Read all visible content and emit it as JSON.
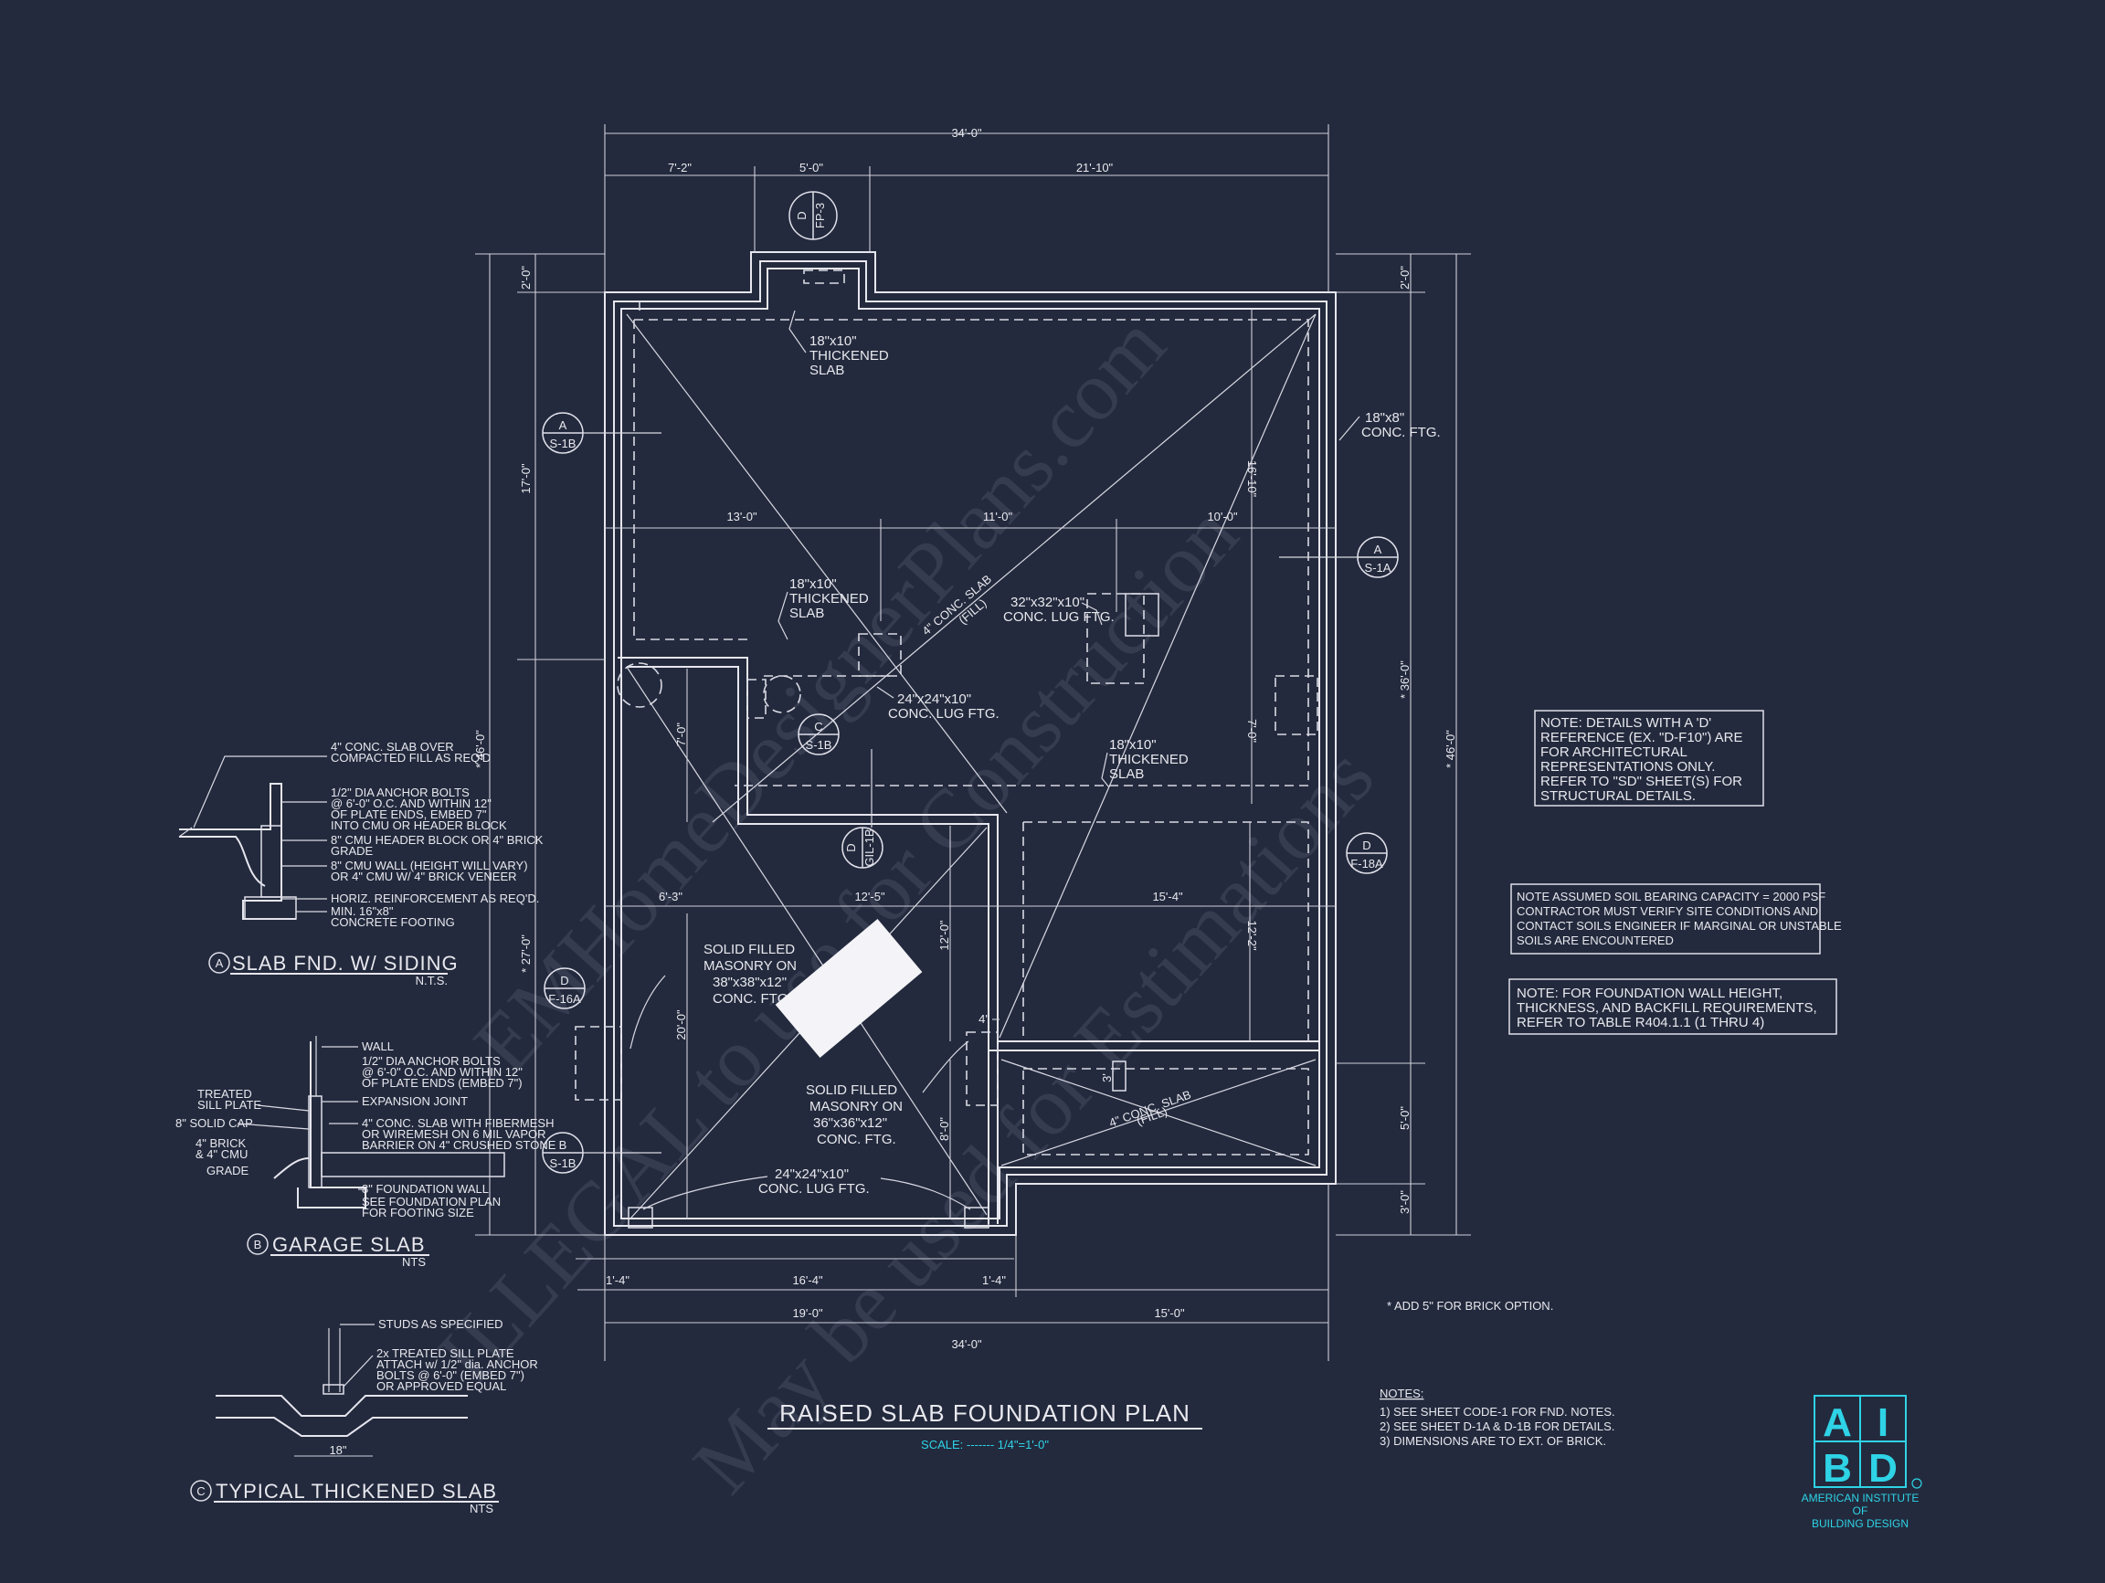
{
  "title": "RAISED SLAB FOUNDATION PLAN",
  "scale": "SCALE: ------- 1/4\"=1'-0\"",
  "dimensions": {
    "top_overall": "34'-0\"",
    "top_a": "7'-2\"",
    "top_b": "5'-0\"",
    "top_c": "21'-10\"",
    "bottom_overall": "34'-0\"",
    "bottom_a": "19'-0\"",
    "bottom_b": "15'-0\"",
    "bottom_inner": "16'-4\"",
    "bottom_left": "1'-4\"",
    "bottom_right": "1'-4\"",
    "left_a": "2'-0\"",
    "left_b": "17'-0\"",
    "left_c": "* 27'-0\"",
    "left_overall": "* 46'-0\"",
    "right_a": "2'-0\"",
    "right_b": "* 36'-0\"",
    "right_c": "5'-0\"",
    "right_d": "3'-0\"",
    "right_overall": "* 46'-0\"",
    "row1_a": "13'-0\"",
    "row1_b": "11'-0\"",
    "row1_c": "10'-0\"",
    "row2_a": "6'-3\"",
    "row2_b": "12'-5\"",
    "row2_c": "15'-4\"",
    "v_a": "16'-10\"",
    "v_b": "7'-0\"",
    "v_c": "7'-0\"",
    "v_d": "12'-0\"",
    "v_e": "20'-0\"",
    "v_f": "8'-0\"",
    "v_g": "12'-2\"",
    "v_h": "4'",
    "v_i": "3'"
  },
  "callouts": {
    "thickened_top": [
      "18\"x10\"",
      "THICKENED",
      "SLAB"
    ],
    "thickened_mid": [
      "18\"x10\"",
      "THICKENED",
      "SLAB"
    ],
    "thickened_right": [
      "18\"x10\"",
      "THICKENED",
      "SLAB"
    ],
    "conc_ftg": [
      "18\"x8\"",
      "CONC. FTG."
    ],
    "lug_32": [
      "32\"x32\"x10\"",
      "CONC. LUG FTG."
    ],
    "lug_24_mid": [
      "24\"x24\"x10\"",
      "CONC. LUG FTG."
    ],
    "lug_24_bottom": [
      "24\"x24\"x10\"",
      "CONC. LUG FTG."
    ],
    "masonry_38": [
      "SOLID FILLED",
      "MASONRY ON",
      "38\"x38\"x12\"",
      "CONC. FTG."
    ],
    "masonry_36": [
      "SOLID FILLED",
      "MASONRY ON",
      "36\"x36\"x12\"",
      "CONC. FTG."
    ],
    "conc_slab_fill_1": [
      "4\" CONC. SLAB",
      "(FILL)"
    ],
    "conc_slab_fill_2": [
      "4\" CONC. SLAB",
      "(FILL)"
    ]
  },
  "section_tags": [
    {
      "letter": "D",
      "ref": "FP-3"
    },
    {
      "letter": "A",
      "ref": "S-1B"
    },
    {
      "letter": "A",
      "ref": "S-1A"
    },
    {
      "letter": "C",
      "ref": "S-1B"
    },
    {
      "letter": "D",
      "ref": "GIL-1B"
    },
    {
      "letter": "D",
      "ref": "F-18A"
    },
    {
      "letter": "D",
      "ref": "F-16A"
    },
    {
      "letter": "B",
      "ref": "S-1B"
    }
  ],
  "notes_boxes": [
    [
      "NOTE: DETAILS WITH A 'D'",
      "REFERENCE (EX. \"D-F10\") ARE",
      "FOR ARCHITECTURAL",
      "REPRESENTATIONS ONLY.",
      "REFER TO \"SD\" SHEET(S) FOR",
      "STRUCTURAL DETAILS."
    ],
    [
      "NOTE ASSUMED SOIL BEARING CAPACITY = 2000 PSF",
      "CONTRACTOR MUST VERIFY SITE CONDITIONS AND",
      "CONTACT SOILS ENGINEER IF MARGINAL OR UNSTABLE",
      "SOILS ARE ENCOUNTERED"
    ],
    [
      "NOTE: FOR FOUNDATION WALL HEIGHT,",
      "THICKNESS, AND BACKFILL REQUIREMENTS,",
      "REFER TO TABLE R404.1.1 (1 THRU 4)"
    ]
  ],
  "brick_note": "* ADD 5\" FOR BRICK OPTION.",
  "notes": {
    "heading": "NOTES:",
    "items": [
      "1) SEE SHEET CODE-1 FOR FND. NOTES.",
      "2) SEE SHEET D-1A & D-1B FOR DETAILS.",
      "3) DIMENSIONS ARE TO EXT. OF BRICK."
    ]
  },
  "details": {
    "a": {
      "tag": "A",
      "title": "SLAB FND. W/ SIDING",
      "scale": "N.T.S.",
      "labels": [
        "4\" CONC. SLAB OVER",
        "COMPACTED FILL AS REQ'D",
        "1/2\" DIA ANCHOR BOLTS",
        "@ 6'-0\" O.C. AND WITHIN 12\"",
        "OF PLATE ENDS, EMBED 7\"",
        "INTO CMU OR HEADER BLOCK",
        "8\" CMU HEADER BLOCK OR 4\" BRICK",
        "GRADE",
        "8\" CMU WALL (HEIGHT WILL VARY)",
        "OR 4\" CMU W/ 4\" BRICK VENEER",
        "HORIZ. REINFORCEMENT AS REQ'D.",
        "MIN. 16\"x8\"",
        "CONCRETE FOOTING"
      ]
    },
    "b": {
      "tag": "B",
      "title": "GARAGE SLAB",
      "scale": "NTS",
      "labels": [
        "WALL",
        "1/2\" DIA ANCHOR BOLTS",
        "@ 6'-0\" O.C. AND WITHIN 12\"",
        "OF PLATE ENDS (EMBED 7\")",
        "EXPANSION JOINT",
        "4\" CONC. SLAB WITH FIBERMESH",
        "OR WIREMESH ON 6 MIL VAPOR",
        "BARRIER ON 4\" CRUSHED STONE",
        "8\" FOUNDATION WALL",
        "SEE FOUNDATION PLAN",
        "FOR FOOTING SIZE",
        "TREATED",
        "SILL PLATE",
        "8\" SOLID CAP",
        "4\" BRICK",
        "& 4\" CMU",
        "GRADE"
      ]
    },
    "c": {
      "tag": "C",
      "title": "TYPICAL THICKENED SLAB",
      "scale": "NTS",
      "labels": [
        "STUDS AS SPECIFIED",
        "2x TREATED SILL PLATE",
        "ATTACH w/ 1/2\" dia. ANCHOR",
        "BOLTS @ 6'-0\" (EMBED 7\")",
        "OR APPROVED EQUAL",
        "18\""
      ]
    }
  },
  "logo": {
    "letters": [
      "A",
      "I",
      "B",
      "D"
    ],
    "name": [
      "AMERICAN INSTITUTE",
      "OF",
      "BUILDING DESIGN"
    ]
  },
  "watermarks": [
    "EMHomeDesignerPlans.com",
    "ILLEGAL to use for Construction",
    "May be used for Estimations"
  ],
  "colors": {
    "background": "#232a3d",
    "lines": "#e6e6ee",
    "scale_text": "#2fd3e6",
    "logo": "#2fd3e6"
  }
}
